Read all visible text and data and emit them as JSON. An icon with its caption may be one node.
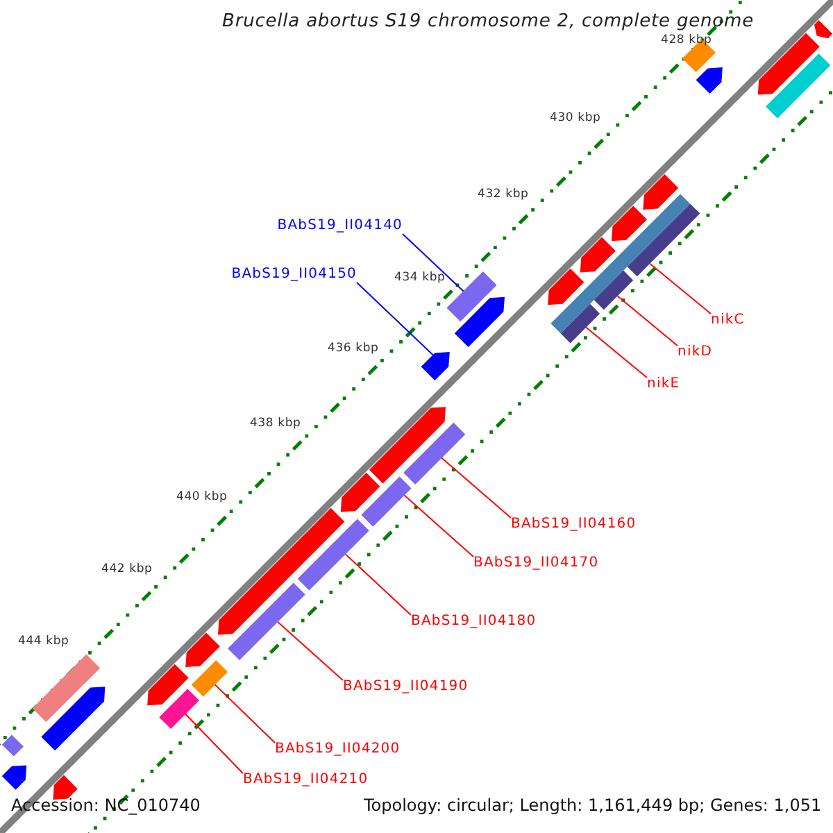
{
  "diagram": {
    "title": "Brucella abortus S19 chromosome 2, complete genome",
    "nodes": [
      {
        "text": [
          "BAbS19_II04140"
        ]
      },
      {
        "text": [
          "BAbS19_II04150"
        ]
      },
      {
        "text": [
          "nikC"
        ]
      },
      {
        "text": [
          "nikD"
        ]
      },
      {
        "text": [
          "nikE"
        ]
      },
      {
        "text": [
          "BAbS19_II04160"
        ]
      },
      {
        "text": [
          "BAbS19_II04170"
        ]
      },
      {
        "text": [
          "BAbS19_II04180"
        ]
      },
      {
        "text": [
          "BAbS19_II04190"
        ]
      },
      {
        "text": [
          "BAbS19_II04200"
        ]
      },
      {
        "text": [
          "BAbS19_II04210"
        ]
      },
      {
        "text": [],
        "shape": "bar"
      },
      {
        "text": [],
        "shape": "arrow"
      },
      {
        "text": [],
        "shape": "bar"
      },
      {
        "text": [],
        "shape": "bar"
      },
      {
        "text": [],
        "shape": "bar"
      },
      {
        "text": [],
        "shape": "bar"
      },
      {
        "text": [],
        "shape": "bar"
      },
      {
        "text": [],
        "shape": "bar"
      },
      {
        "text": [],
        "shape": "bar"
      },
      {
        "text": [],
        "shape": "bar"
      },
      {
        "text": [],
        "shape": "bar"
      },
      {
        "text": [],
        "shape": "arrow"
      },
      {
        "text": [],
        "shape": "bar"
      },
      {
        "text": [],
        "shape": "arrow"
      },
      {
        "text": [],
        "shape": "bar"
      },
      {
        "text": [],
        "shape": "arrow"
      },
      {
        "text": [],
        "shape": "arrow"
      },
      {
        "text": [],
        "shape": "bar"
      },
      {
        "text": [],
        "shape": "arrow"
      },
      {
        "text": [],
        "shape": "arrow"
      },
      {
        "text": [],
        "shape": "arrow"
      },
      {
        "text": [],
        "shape": "arrow"
      },
      {
        "text": [],
        "shape": "arrow"
      },
      {
        "text": [],
        "shape": "arrow"
      },
      {
        "text": [],
        "shape": "arrow"
      },
      {
        "text": [],
        "shape": "arrow"
      },
      {
        "text": [],
        "shape": "arrow"
      },
      {
        "text": [],
        "shape": "bar"
      },
      {
        "text": [],
        "shape": "arrow"
      },
      {
        "text": [],
        "shape": "arrow"
      },
      {
        "text": [],
        "shape": "bar"
      },
      {
        "text": [],
        "shape": "arrow"
      }
    ],
    "edges": [
      {
        "from": 0,
        "to": 11,
        "arrow": "none",
        "color": "#0000ff"
      },
      {
        "from": 1,
        "to": 12,
        "arrow": "none",
        "color": "#0000ff"
      },
      {
        "from": 2,
        "to": 13,
        "arrow": "none"
      },
      {
        "from": 3,
        "to": 14,
        "arrow": "none"
      },
      {
        "from": 4,
        "to": 15,
        "arrow": "none"
      },
      {
        "from": 5,
        "to": 16,
        "arrow": "none"
      },
      {
        "from": 6,
        "to": 17,
        "arrow": "none"
      },
      {
        "from": 7,
        "to": 18,
        "arrow": "none"
      },
      {
        "from": 8,
        "to": 19,
        "arrow": "none"
      },
      {
        "from": 9,
        "to": 20,
        "arrow": "none"
      },
      {
        "from": 10,
        "to": 21,
        "arrow": "none"
      }
    ],
    "labels": [
      "428 kbp",
      "430 kbp",
      "432 kbp",
      "434 kbp",
      "436 kbp",
      "438 kbp",
      "440 kbp",
      "442 kbp",
      "444 kbp",
      "Accession: NC_010740",
      "Topology: circular; Length: 1,161,449 bp; Genes: 1,051"
    ]
  }
}
